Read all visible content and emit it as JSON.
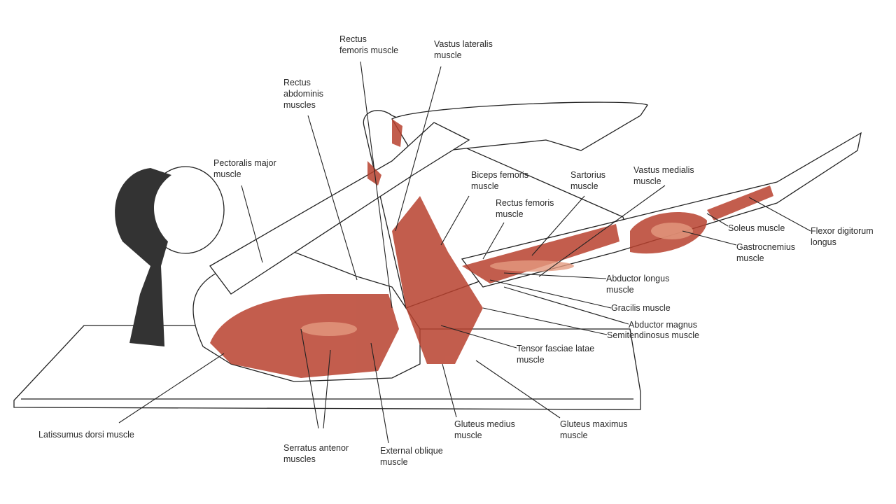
{
  "labels": {
    "rectus_femoris_top": [
      "Rectus",
      "femoris muscle"
    ],
    "vastus_lateralis": [
      "Vastus lateralis",
      "muscle"
    ],
    "rectus_abdominis": [
      "Rectus",
      "abdominis",
      "muscles"
    ],
    "pectoralis_major": [
      "Pectoralis major",
      "muscle"
    ],
    "biceps_femoris": [
      "Biceps femoris",
      "muscle"
    ],
    "sartorius": [
      "Sartorius",
      "muscle"
    ],
    "vastus_medialis": [
      "Vastus medialis",
      "muscle"
    ],
    "rectus_femoris_mid": [
      "Rectus femoris",
      "muscle"
    ],
    "soleus": [
      "Soleus muscle"
    ],
    "flexor_digitorum": [
      "Flexor digitorum",
      "longus"
    ],
    "gastrocnemius": [
      "Gastrocnemius",
      "muscle"
    ],
    "abductor_longus": [
      "Abductor longus",
      "muscle"
    ],
    "gracilis": [
      "Gracilis muscle"
    ],
    "abductor_magnus": [
      "Abductor magnus"
    ],
    "semitendinosus": [
      "Semitendinosus muscle"
    ],
    "tensor_fasciae_latae": [
      "Tensor fasciae latae",
      "muscle"
    ],
    "latissimus_dorsi": [
      "Latissumus dorsi muscle"
    ],
    "serratus_anterior": [
      "Serratus antenor",
      "muscles"
    ],
    "external_oblique": [
      "External oblique",
      "muscle"
    ],
    "gluteus_medius": [
      "Gluteus medius",
      "muscle"
    ],
    "gluteus_maximus": [
      "Gluteus maximus",
      "muscle"
    ]
  },
  "colors": {
    "muscle": "#b8412e",
    "muscle_light": "#e39a80",
    "outline": "#222222"
  }
}
